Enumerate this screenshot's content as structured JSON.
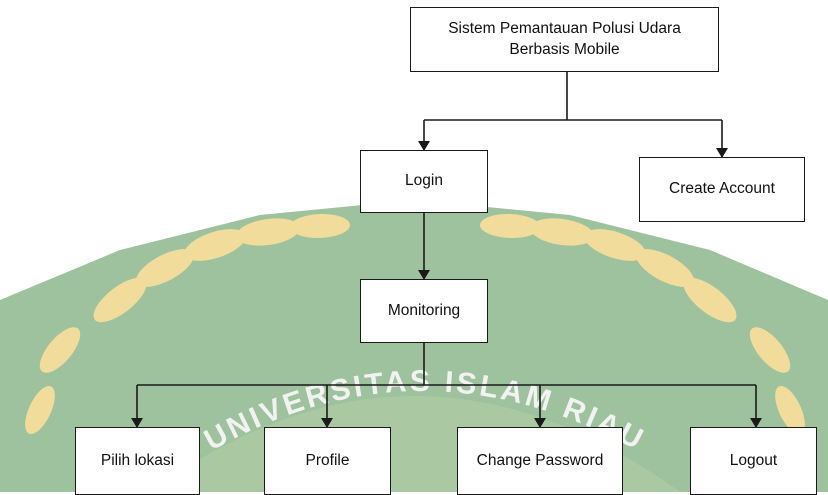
{
  "diagram": {
    "type": "hierarchy-chart",
    "root": {
      "label": "Sistem Pemantauan Polusi Udara\nBerbasis Mobile"
    },
    "level1": [
      {
        "id": "login",
        "label": "Login"
      },
      {
        "id": "create-account",
        "label": "Create Account"
      }
    ],
    "level2": {
      "label": "Monitoring"
    },
    "level3": [
      {
        "id": "pilih-lokasi",
        "label": "Pilih lokasi"
      },
      {
        "id": "profile",
        "label": "Profile"
      },
      {
        "id": "change-password",
        "label": "Change Password"
      },
      {
        "id": "logout",
        "label": "Logout"
      }
    ],
    "edges": [
      {
        "from": "root",
        "to": "login"
      },
      {
        "from": "root",
        "to": "create-account"
      },
      {
        "from": "login",
        "to": "monitoring"
      },
      {
        "from": "monitoring",
        "to": "pilih-lokasi"
      },
      {
        "from": "monitoring",
        "to": "profile"
      },
      {
        "from": "monitoring",
        "to": "change-password"
      },
      {
        "from": "monitoring",
        "to": "logout"
      }
    ]
  },
  "watermark": {
    "text": "UNIVERSITAS ISLAM RIAU",
    "colors": {
      "green": "#2f7d2f",
      "yellow": "#e6c14a",
      "text": "#cfcfcf"
    }
  }
}
